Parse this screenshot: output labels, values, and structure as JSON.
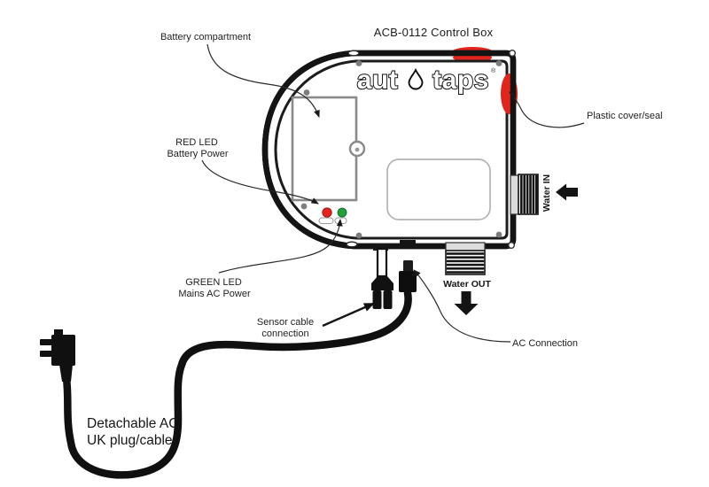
{
  "diagram": {
    "title": "ACB-0112 Control Box",
    "logo": {
      "left": "aut",
      "right": "taps",
      "reg_mark": "®"
    },
    "labels": {
      "battery_compartment": "Battery compartment",
      "red_led_line1": "RED LED",
      "red_led_line2": "Battery Power",
      "green_led_line1": "GREEN LED",
      "green_led_line2": "Mains AC Power",
      "sensor_line1": "Sensor cable",
      "sensor_line2": "connection",
      "water_out": "Water OUT",
      "water_in": "Water IN",
      "ac_connection": "AC Connection",
      "plastic_cover": "Plastic cover/seal",
      "plug_line1": "Detachable AC",
      "plug_line2": "UK plug/cable"
    },
    "colors": {
      "line": "#141414",
      "gray_outline": "#8a8a8a",
      "red_accent": "#e1251b",
      "led_red": "#e8231f",
      "led_green": "#1ea03a"
    }
  }
}
